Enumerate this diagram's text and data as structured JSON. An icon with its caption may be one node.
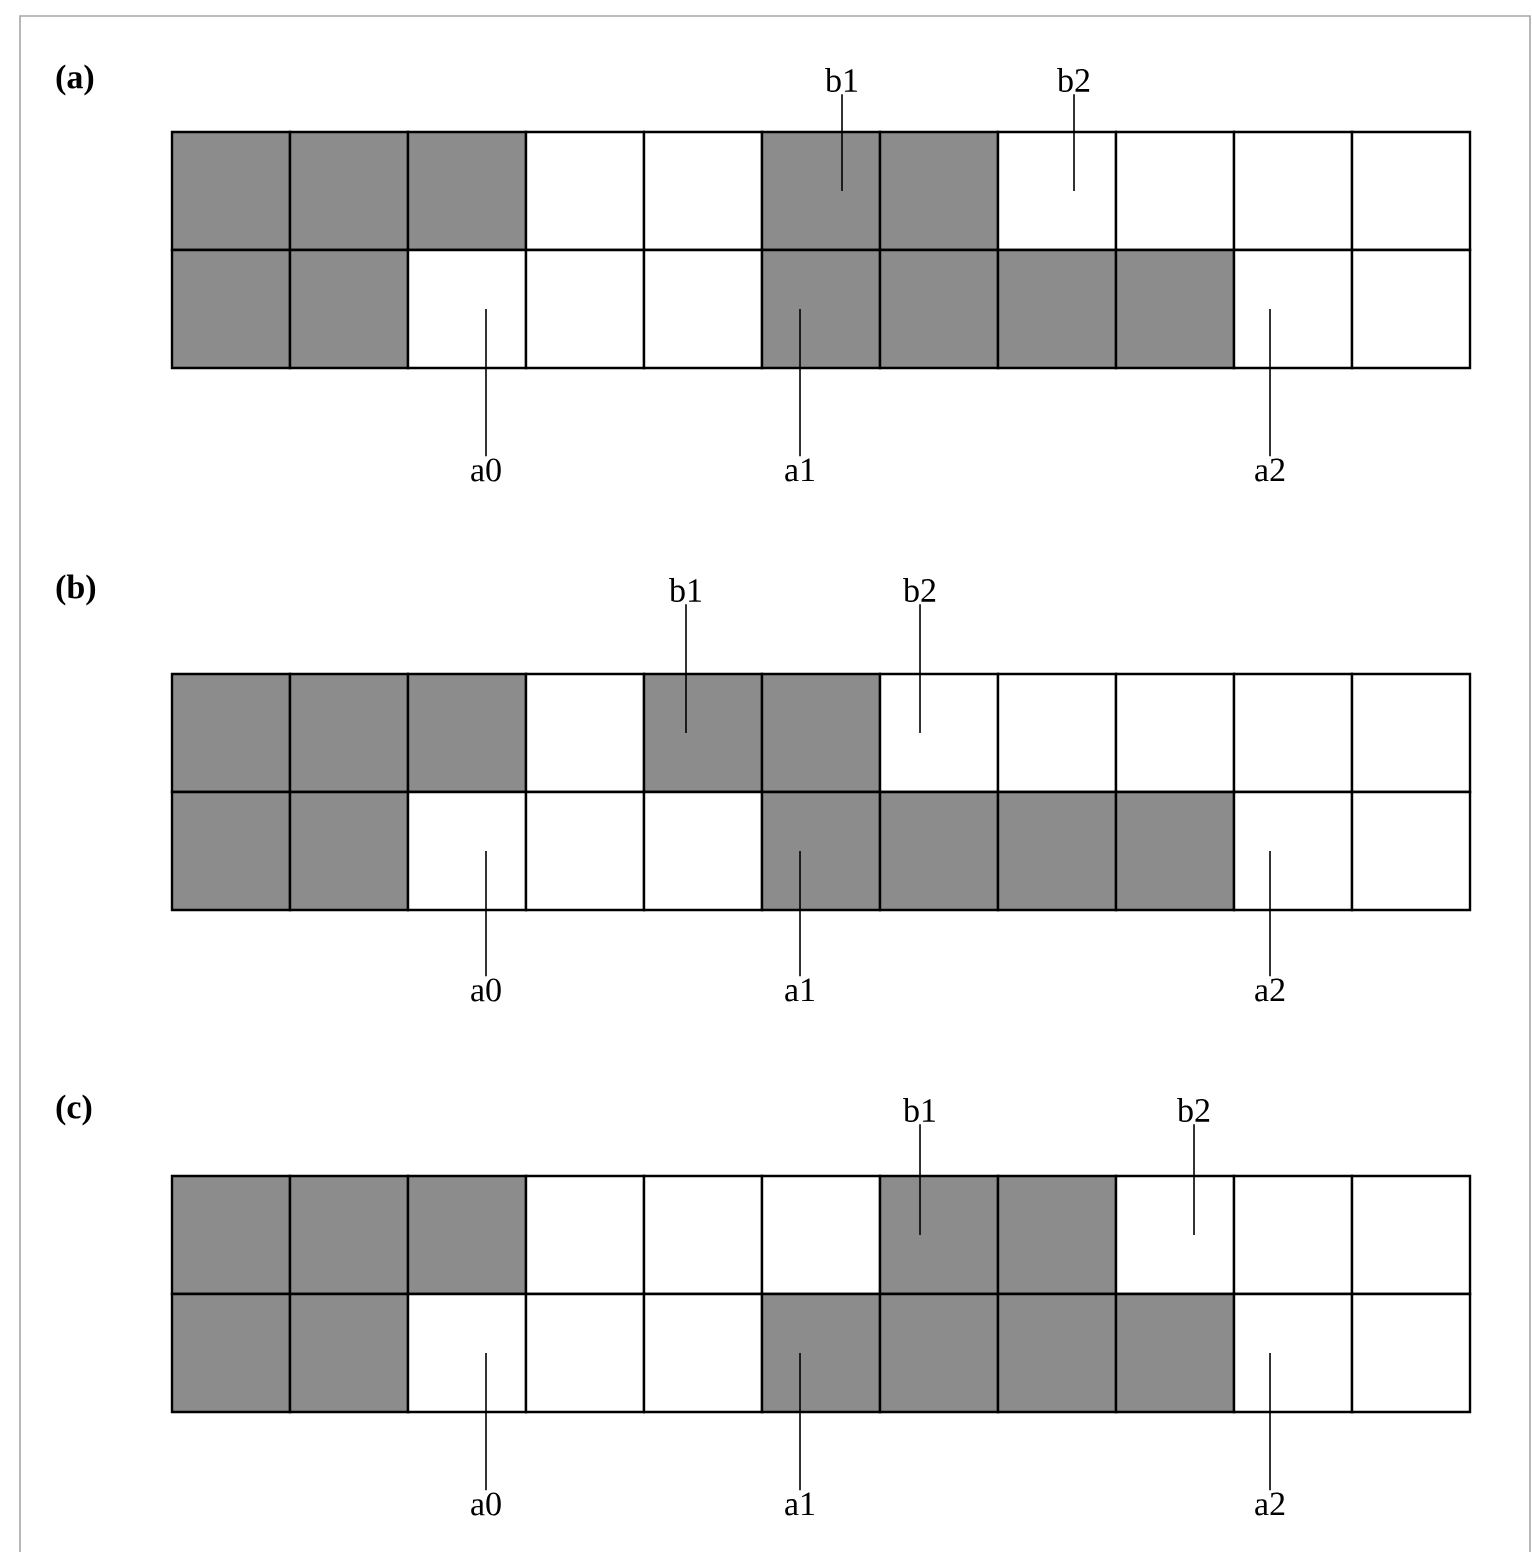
{
  "diagram": {
    "nodes": [
      {
        "text": [
          "b1"
        ]
      },
      {
        "text": [
          "b2"
        ]
      },
      {
        "text": [],
        "shape": "box"
      },
      {
        "text": [],
        "shape": "box"
      },
      {
        "text": [],
        "shape": "box"
      },
      {
        "text": [],
        "shape": "box"
      },
      {
        "text": [],
        "shape": "box"
      },
      {
        "text": [],
        "shape": "box"
      },
      {
        "text": [],
        "shape": "box"
      },
      {
        "text": [],
        "shape": "box"
      },
      {
        "text": [],
        "shape": "box"
      },
      {
        "text": [],
        "shape": "box"
      },
      {
        "text": [],
        "shape": "box"
      },
      {
        "text": [],
        "shape": "box"
      },
      {
        "text": [],
        "shape": "box"
      },
      {
        "text": [],
        "shape": "box"
      },
      {
        "text": [],
        "shape": "box"
      },
      {
        "text": [],
        "shape": "box"
      },
      {
        "text": [],
        "shape": "box"
      },
      {
        "text": [],
        "shape": "box"
      },
      {
        "text": [],
        "shape": "box"
      },
      {
        "text": [],
        "shape": "box"
      },
      {
        "text": [],
        "shape": "box"
      },
      {
        "text": [],
        "shape": "box"
      },
      {
        "text": [
          "a0"
        ]
      },
      {
        "text": [
          "a1"
        ]
      },
      {
        "text": [
          "a2"
        ]
      },
      {
        "text": [
          "b1"
        ]
      },
      {
        "text": [
          "b2"
        ]
      },
      {
        "text": [],
        "shape": "box"
      },
      {
        "text": [],
        "shape": "box"
      },
      {
        "text": [],
        "shape": "box"
      },
      {
        "text": [],
        "shape": "box"
      },
      {
        "text": [],
        "shape": "box"
      },
      {
        "text": [],
        "shape": "box"
      },
      {
        "text": [],
        "shape": "box"
      },
      {
        "text": [],
        "shape": "box"
      },
      {
        "text": [],
        "shape": "box"
      },
      {
        "text": [],
        "shape": "box"
      },
      {
        "text": [],
        "shape": "box"
      },
      {
        "text": [],
        "shape": "box"
      },
      {
        "text": [],
        "shape": "box"
      },
      {
        "text": [],
        "shape": "box"
      },
      {
        "text": [],
        "shape": "box"
      },
      {
        "text": [],
        "shape": "box"
      },
      {
        "text": [],
        "shape": "box"
      },
      {
        "text": [],
        "shape": "box"
      },
      {
        "text": [],
        "shape": "box"
      },
      {
        "text": [],
        "shape": "box"
      },
      {
        "text": [],
        "shape": "box"
      },
      {
        "text": [],
        "shape": "box"
      },
      {
        "text": [
          "a0"
        ]
      },
      {
        "text": [
          "a1"
        ]
      },
      {
        "text": [
          "a2"
        ]
      },
      {
        "text": [
          "b1"
        ]
      },
      {
        "text": [
          "b2"
        ]
      },
      {
        "text": [],
        "shape": "box"
      },
      {
        "text": [],
        "shape": "box"
      },
      {
        "text": [],
        "shape": "box"
      },
      {
        "text": [],
        "shape": "box"
      },
      {
        "text": [],
        "shape": "box"
      },
      {
        "text": [],
        "shape": "box"
      },
      {
        "text": [],
        "shape": "box"
      },
      {
        "text": [],
        "shape": "box"
      },
      {
        "text": [],
        "shape": "box"
      },
      {
        "text": [],
        "shape": "box"
      },
      {
        "text": [],
        "shape": "box"
      },
      {
        "text": [],
        "shape": "box"
      },
      {
        "text": [],
        "shape": "box"
      },
      {
        "text": [],
        "shape": "box"
      },
      {
        "text": [],
        "shape": "box"
      },
      {
        "text": [],
        "shape": "box"
      },
      {
        "text": [],
        "shape": "box"
      },
      {
        "text": [],
        "shape": "box"
      },
      {
        "text": [],
        "shape": "box"
      },
      {
        "text": [],
        "shape": "box"
      },
      {
        "text": [],
        "shape": "box"
      },
      {
        "text": [],
        "shape": "box"
      },
      {
        "text": [
          "a0"
        ]
      },
      {
        "text": [
          "a1"
        ]
      },
      {
        "text": [
          "a2"
        ]
      }
    ],
    "edges": [
      {
        "from": 0,
        "to": 7,
        "arrow": "none"
      },
      {
        "from": 1,
        "to": 9,
        "arrow": "none"
      },
      {
        "from": 24,
        "to": 15,
        "arrow": "none"
      },
      {
        "from": 25,
        "to": 18,
        "arrow": "none"
      },
      {
        "from": 26,
        "to": 22,
        "arrow": "none"
      },
      {
        "from": 27,
        "to": 33,
        "arrow": "none"
      },
      {
        "from": 28,
        "to": 35,
        "arrow": "none"
      },
      {
        "from": 51,
        "to": 42,
        "arrow": "none"
      },
      {
        "from": 52,
        "to": 45,
        "arrow": "none"
      },
      {
        "from": 53,
        "to": 49,
        "arrow": "none"
      },
      {
        "from": 54,
        "to": 62,
        "arrow": "none"
      },
      {
        "from": 55,
        "to": 64,
        "arrow": "none"
      },
      {
        "from": 78,
        "to": 69,
        "arrow": "none"
      },
      {
        "from": 79,
        "to": 72,
        "arrow": "none"
      },
      {
        "from": 80,
        "to": 76,
        "arrow": "none"
      }
    ],
    "labels": [
      "(a)",
      "(b)",
      "(c)"
    ]
  }
}
